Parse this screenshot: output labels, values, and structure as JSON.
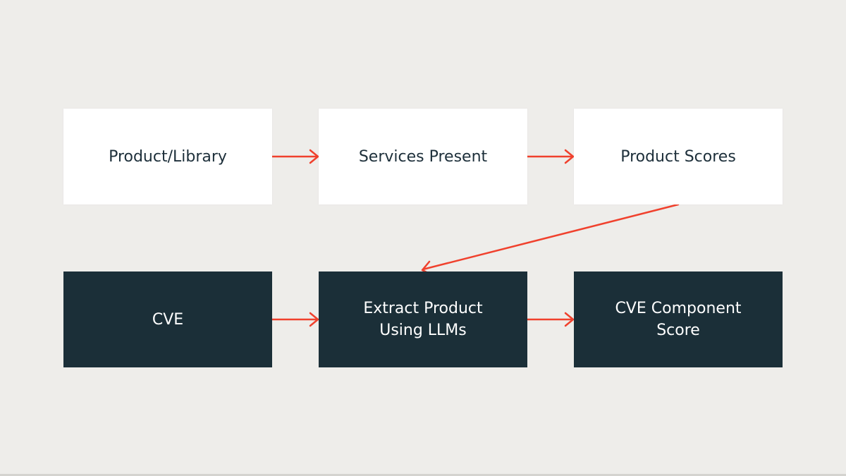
{
  "colors": {
    "background": "#eeedea",
    "light_box": "#ffffff",
    "dark_box": "#1b2f38",
    "light_text": "#1d2f3a",
    "dark_text": "#ffffff",
    "arrow": "#f0412d"
  },
  "nodes": {
    "product_library": "Product/Library",
    "services_present": "Services Present",
    "product_scores": "Product Scores",
    "cve": "CVE",
    "extract_product": "Extract Product\nUsing LLMs",
    "cve_component_score": "CVE Component\nScore"
  }
}
